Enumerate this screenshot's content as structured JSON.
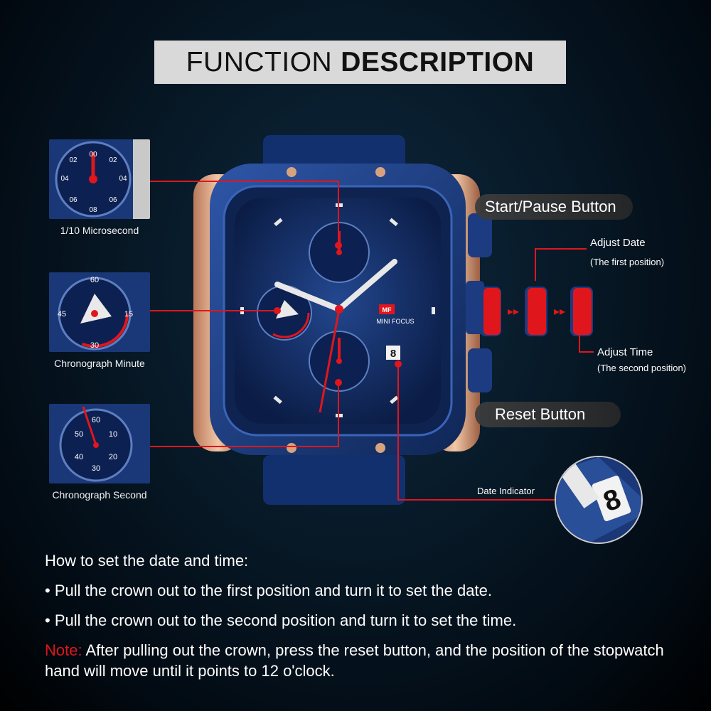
{
  "title": {
    "light": "FUNCTION",
    "bold": "DESCRIPTION"
  },
  "thumbs": {
    "microsecond": {
      "caption": "1/10 Microsecond",
      "ticks": [
        "00",
        "02",
        "04",
        "06",
        "08",
        "06",
        "04",
        "02"
      ]
    },
    "minute": {
      "caption": "Chronograph Minute",
      "ticks": [
        "60",
        "15",
        "30",
        "45"
      ]
    },
    "second": {
      "caption": "Chronograph Second",
      "ticks": [
        "60",
        "10",
        "20",
        "30",
        "40",
        "50"
      ]
    }
  },
  "callouts": {
    "start_pause": "Start/Pause Button",
    "adjust_date": "Adjust Date",
    "adjust_date_sub": "(The first position)",
    "adjust_time": "Adjust Time",
    "adjust_time_sub": "(The second position)",
    "reset": "Reset Button",
    "date_indicator": "Date Indicator"
  },
  "watch": {
    "brand": "MINI FOCUS",
    "logo": "MF",
    "date": "8"
  },
  "instructions": {
    "heading": "How to set the date and time:",
    "bullet1": "• Pull the crown out to the first position and turn it to set the date.",
    "bullet2": "• Pull the crown out to the second position and turn it to set the time.",
    "note_label": "Note:",
    "note_text": " After pulling out the crown, press the reset button, and the position of the stopwatch hand will move until it points to 12 o'clock."
  },
  "colors": {
    "accent_red": "#e0161d",
    "case_blue": "#1a3a7a",
    "rose_gold": "#d9a27e"
  }
}
